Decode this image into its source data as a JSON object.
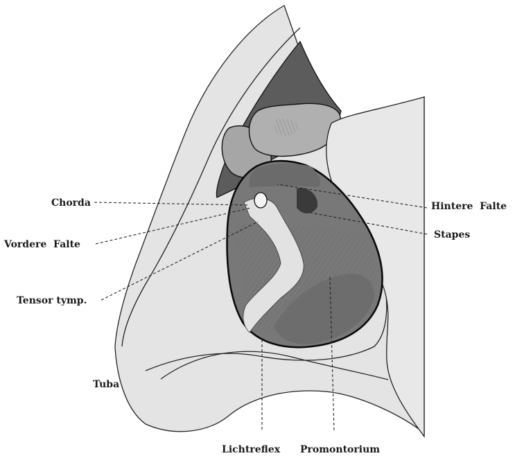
{
  "labels": {
    "chorda": "Chorda",
    "vordere_falte": "Vordere  Falte",
    "tensor_tymp": "Tensor tymp.",
    "tuba": "Tuba",
    "hintere_falte": "Hintere  Falte",
    "stapes": "Stapes",
    "lichtreflex": "Lichtreflex",
    "promontorium": "Promontorium"
  },
  "colors": {
    "background": "#ffffff",
    "canal_wall": "#e3e3e3",
    "attic_dark": "#595959",
    "ossicle": "#a9a9a9",
    "eardrum": "#777777",
    "eardrum_lower": "#6a6a6a",
    "malleus_handle": "#e6e6e6",
    "outline": "#111111"
  }
}
